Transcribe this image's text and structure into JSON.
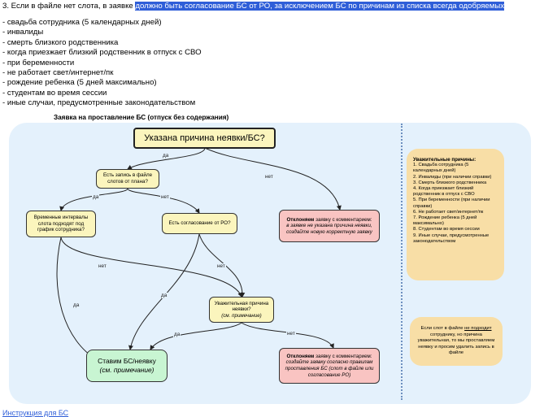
{
  "intro": {
    "prefix": "3. Если в файле нет слота, в заявке ",
    "highlight": "должно быть согласование БС от РО, за исключением БС по причинам из списка всегда одобряемых"
  },
  "list": [
    "- свадьба сотрудника (5 календарных дней)",
    "- инвалиды",
    "- смерть близкого родственника",
    "- когда приезжает близкий родственник в отпуск с СВО",
    "- при беременности",
    "- не работает свет/интернет/пк",
    "- рождение ребенка (5 дней максимально)",
    "- студентам во время сессии",
    "- иные случаи, предусмотренные законодательством"
  ],
  "chart": {
    "title": "Заявка на проставление БС (отпуск без содержания)",
    "main_question": "Указана причина неявки/БС?",
    "q_slot": "Есть запись в файле слотов от плана?",
    "q_intervals": "Временные интервалы слота подходят под график сотрудника?",
    "q_approval": "Есть согласование от РО?",
    "q_valid": "Уважительная причина неявки?",
    "q_valid_note": "(см. примечание)",
    "put_bs": "Ставим БС/неявку",
    "put_bs_note": "(см. примечание)",
    "reject1_bold": "Отклоняем",
    "reject1_rest": " заявку с комментарием:",
    "reject1_italic": "в заявке не указана причина неявки, создайте новую корректную заявку",
    "reject2_bold": "Отклоняем",
    "reject2_rest": " заявку с комментарием:",
    "reject2_italic": "создайте заявку согласно правилам проставления БС (слот в файле или согласование РО)",
    "labels": {
      "da1": "да",
      "net1": "нет",
      "da2": "да",
      "net2": "нет",
      "net3": "нет",
      "net4": "нет",
      "da3": "да",
      "da4": "да",
      "da5": "да",
      "net5": "нет"
    },
    "reasons_title": "Уважительные причины:",
    "reasons": [
      "1. Свадьба сотрудника (5 календарных дней)",
      "2. Инвалиды (при наличии справки)",
      "3. Смерть близкого родственника",
      "4. Когда приезжает близкий родственник в отпуск с СВО",
      "5. При беременности (при наличии справки)",
      "6. Не работает свет/интернет/пк",
      "7. Рождение ребенка (5 дней максимально)",
      "8. Студентам во время сессии",
      "9. Иные случаи, предусмотренные законодательством"
    ],
    "note_a": "Если слот в файле ",
    "note_b": "не подходит",
    "note_c": " сотруднику, но причина уважительная, то мы проставляем неявку и просим удалить запись в файле"
  },
  "bottom_link": "Инструкция для БС"
}
